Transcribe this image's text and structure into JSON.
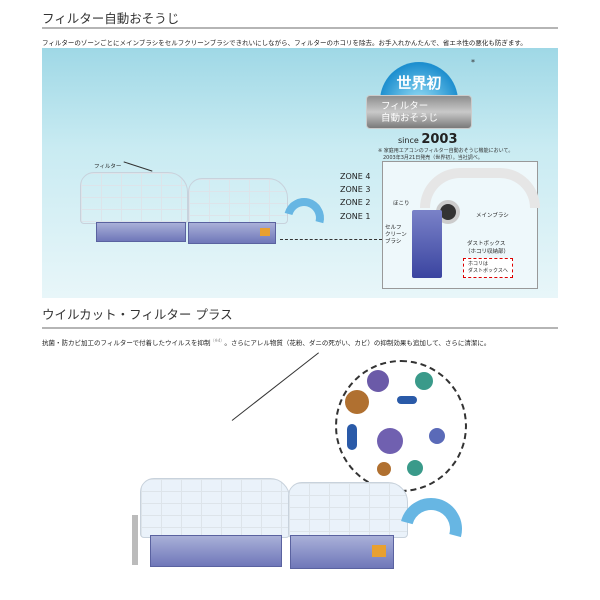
{
  "section1": {
    "title": "フィルター自動おそうじ",
    "description": "フィルターのゾーンごとにメインブラシをセルフクリーンブラシできれいにしながら、フィルターのホコリを除去。お手入れかんたんで、省エネ性の悪化も防ぎます。",
    "badge": {
      "top": "世界初",
      "line1": "フィルター",
      "line2": "自動おそうじ",
      "asterisk": "*",
      "since": "since",
      "year": "2003"
    },
    "note": [
      "※ 家庭用エアコンのフィルター自動おそうじ機能において。",
      "2003年3月21日発売（世界初）。当社調べ。"
    ],
    "filter_label": "フィルター",
    "zones": [
      "ZONE 4",
      "ZONE 3",
      "ZONE 2",
      "ZONE 1"
    ],
    "inset": {
      "dust": "ほこり",
      "self_clean_brush": "セルフ\nクリーン\nブラシ",
      "main_brush": "メインブラシ",
      "dust_box": "ダストボックス",
      "dust_box_sub": "（ホコリ収納部）",
      "callout": "ホコリは\nダストボックスへ"
    }
  },
  "section2": {
    "title": "ウイルカット・フィルター プラス",
    "description_a": "抗菌・防カビ加工のフィルターで付着したウイルスを抑制",
    "note_ref": "（※4）",
    "description_b": "。さらにアレル物質（花粉、ダニの死がい、カビ）の抑制効果も追加して、さらに清潔に。"
  },
  "colors": {
    "panel": "#a3d9e6",
    "tray": "#7c84c4",
    "arrow": "#67b6e3",
    "callout_border": "#dd0000"
  }
}
